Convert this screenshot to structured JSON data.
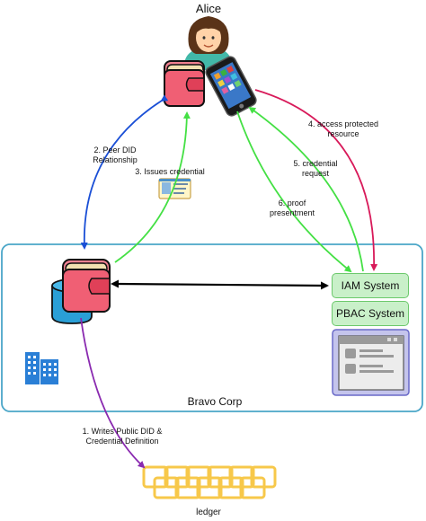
{
  "actors": {
    "alice": "Alice",
    "bravo": "Bravo Corp",
    "ledger": "ledger"
  },
  "systems": {
    "iam": "IAM System",
    "pbac": "PBAC System"
  },
  "edges": {
    "peer_did": [
      "2. Peer DID",
      "Relationship"
    ],
    "issues_credential": [
      "3. Issues credential"
    ],
    "access_resource": [
      "4. access protected",
      "resource"
    ],
    "credential_request": [
      "5. credential",
      "request"
    ],
    "proof_presentment": [
      "6. proof",
      "presentment"
    ],
    "writes_ledger": [
      "1. Writes Public DID &",
      "Credential Definition"
    ]
  },
  "colors": {
    "blue": "#1a4fd6",
    "green": "#44e044",
    "red": "#d81a5a",
    "purple": "#8a2ab0",
    "black": "#000000",
    "corp_border": "#4aa6c8",
    "ledger": "#f7c84a"
  }
}
